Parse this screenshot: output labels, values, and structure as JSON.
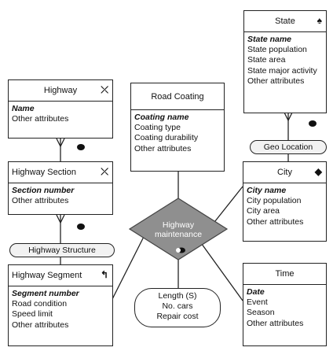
{
  "entities": {
    "state": {
      "title": "State",
      "key": "State name",
      "attrs": [
        "State population",
        "State area",
        "State major activity",
        "Other attributes"
      ]
    },
    "highway": {
      "title": "Highway",
      "key": "Name",
      "attrs": [
        "Other attributes"
      ]
    },
    "road_coating": {
      "title": "Road Coating",
      "key": "Coating name",
      "attrs": [
        "Coating type",
        "Coating durability",
        "Other attributes"
      ]
    },
    "highway_section": {
      "title": "Highway Section",
      "key": "Section number",
      "attrs": [
        "Other attributes"
      ]
    },
    "city": {
      "title": "City",
      "key": "City name",
      "attrs": [
        "City population",
        "City area",
        "Other attributes"
      ]
    },
    "highway_segment": {
      "title": "Highway Segment",
      "key": "Segment number",
      "attrs": [
        "Road condition",
        "Speed limit",
        "Other attributes"
      ]
    },
    "time": {
      "title": "Time",
      "key": "Date",
      "attrs": [
        "Event",
        "Season",
        "Other attributes"
      ]
    }
  },
  "relationships": {
    "geo_location": "Geo Location",
    "highway_structure": "Highway Structure",
    "highway_maintenance": [
      "Highway",
      "maintenance"
    ]
  },
  "measures": [
    "Length (S)",
    "No. cars",
    "Repair cost"
  ]
}
